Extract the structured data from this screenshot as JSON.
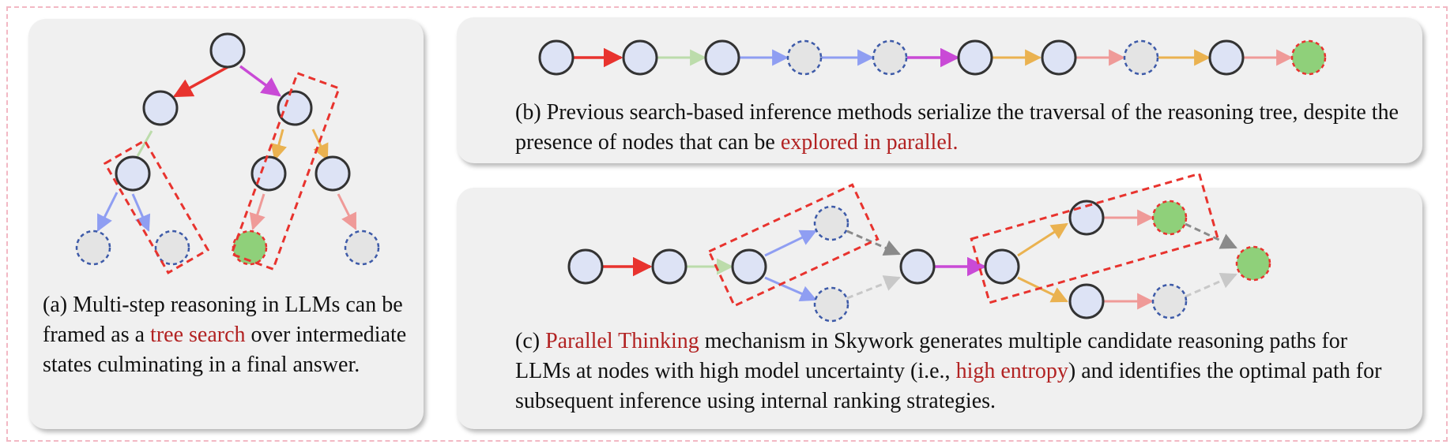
{
  "colors": {
    "node_fill": "#dde3f5",
    "dashed_node_fill": "#e4e4e4",
    "answer_fill": "#8fd07a",
    "highlight_text": "#b22222",
    "box_red": "#e8332e",
    "edge_red": "#e8332e",
    "edge_magenta": "#c94ad6",
    "edge_green": "#bcdcab",
    "edge_blue": "#8f9ef2",
    "edge_orange": "#eab250",
    "edge_pink": "#ef9a98",
    "edge_gray": "#8a8a8a"
  },
  "panel_a": {
    "caption_pre": "(a) Multi-step reasoning in LLMs can be framed as a ",
    "caption_highlight": "tree search",
    "caption_post": " over intermediate states culminating in a final answer."
  },
  "panel_b": {
    "caption_pre": "(b) Previous search-based inference methods serialize the traversal of the reasoning tree, despite the presence of nodes that can be ",
    "caption_highlight": "explored in parallel."
  },
  "panel_c": {
    "caption_label": "(c) ",
    "caption_highlight1": "Parallel Thinking",
    "caption_mid": " mechanism in Skywork generates multiple candidate reasoning paths for LLMs at nodes with high model uncertainty (i.e., ",
    "caption_highlight2": "high entropy",
    "caption_post": ") and identifies the optimal path for subsequent inference using internal ranking strategies."
  }
}
